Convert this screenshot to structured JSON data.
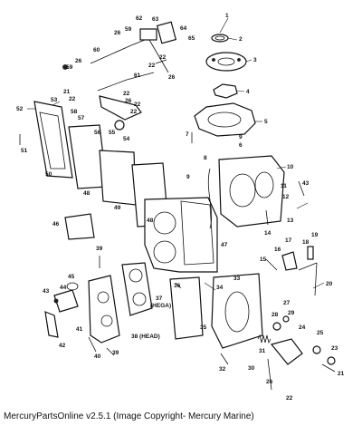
{
  "footer": {
    "caption": "MercuryPartsOnline v2.5.1 (Image Copyright- Mercury Marine)"
  },
  "callouts": {
    "c1": "1",
    "c2": "2",
    "c3": "3",
    "c4": "4",
    "c5": "5",
    "c6": "6",
    "c7": "7",
    "c8": "8",
    "c9a": "9",
    "c9b": "9",
    "c10": "10",
    "c11": "11",
    "c12": "12",
    "c13": "13",
    "c14": "14",
    "c15": "15",
    "c16": "16",
    "c17": "17",
    "c18": "18",
    "c19": "19",
    "c20": "20",
    "c21a": "21",
    "c21b": "21",
    "c22a": "22",
    "c22b": "22",
    "c22c": "22",
    "c22d": "22",
    "c22e": "22",
    "c22f": "22",
    "c22g": "22",
    "c23": "23",
    "c24": "24",
    "c25": "25",
    "c26a": "26",
    "c26b": "26",
    "c26c": "26",
    "c26d": "26",
    "c26e": "26",
    "c27": "27",
    "c28": "28",
    "c29": "29",
    "c30": "30",
    "c31": "31",
    "c32": "32",
    "c33": "33",
    "c34": "34",
    "c35": "35",
    "c36": "36",
    "c37": "37",
    "c37sub": "(HEGA)",
    "c38": "38 (HEAD)",
    "c39a": "39",
    "c39b": "39",
    "c40": "40",
    "c41": "41",
    "c42": "42",
    "c43a": "43",
    "c43b": "43",
    "c44": "44",
    "c45": "45",
    "c46": "46",
    "c47": "47",
    "c48a": "48",
    "c48b": "48",
    "c49": "49",
    "c50": "50",
    "c51": "51",
    "c52": "52",
    "c53": "53",
    "c54": "54",
    "c55": "55",
    "c56": "56",
    "c57": "57",
    "c58": "58",
    "c59a": "59",
    "c59b": "59",
    "c60": "60",
    "c61": "61",
    "c62": "62",
    "c63": "63",
    "c64": "64",
    "c65": "65"
  }
}
